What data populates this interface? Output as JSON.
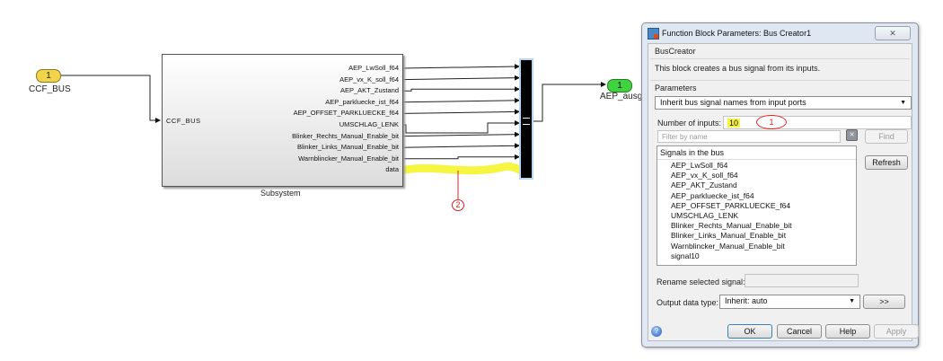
{
  "canvas": {
    "inport": {
      "number": "1",
      "label": "CCF_BUS"
    },
    "subsystem": {
      "name": "Subsystem",
      "input_port": "CCF_BUS",
      "output_ports": [
        "AEP_LwSoll_f64",
        "AEP_vx_K_soll_f64",
        "AEP_AKT_Zustand",
        "AEP_parkluecke_ist_f64",
        "AEP_OFFSET_PARKLUECKE_f64",
        "UMSCHLAG_LENK",
        "Blinker_Rechts_Manual_Enable_bit",
        "Blinker_Links_Manual_Enable_bit",
        "Warnblincker_Manual_Enable_bit",
        "data"
      ]
    },
    "bus_creator": {
      "inputs": 10
    },
    "outport": {
      "number": "1",
      "label": "AEP_ausg"
    },
    "annotation_2": "2",
    "highlight_color": "#f5f542",
    "annotation_color": "#e02020"
  },
  "dialog": {
    "title": "Function Block Parameters: Bus Creator1",
    "close_glyph": "✕",
    "block_type": "BusCreator",
    "description": "This block creates a bus signal from its inputs.",
    "parameters_label": "Parameters",
    "inherit_option": "Inherit bus signal names from input ports",
    "num_inputs_label": "Number of inputs:",
    "num_inputs_value": "10",
    "annotation_1": "1",
    "filter_placeholder": "Filter by name",
    "find_label": "Find",
    "refresh_label": "Refresh",
    "signals_header": "Signals in the bus",
    "signals": [
      "AEP_LwSoll_f64",
      "AEP_vx_K_soll_f64",
      "AEP_AKT_Zustand",
      "AEP_parkluecke_ist_f64",
      "AEP_OFFSET_PARKLUECKE_f64",
      "UMSCHLAG_LENK",
      "Blinker_Rechts_Manual_Enable_bit",
      "Blinker_Links_Manual_Enable_bit",
      "Warnblincker_Manual_Enable_bit",
      "signal10"
    ],
    "rename_label": "Rename selected signal:",
    "rename_value": "",
    "output_type_label": "Output data type:",
    "output_type_value": "Inherit: auto",
    "expand_label": ">>",
    "ok_label": "OK",
    "cancel_label": "Cancel",
    "help_label": "Help",
    "apply_label": "Apply"
  }
}
